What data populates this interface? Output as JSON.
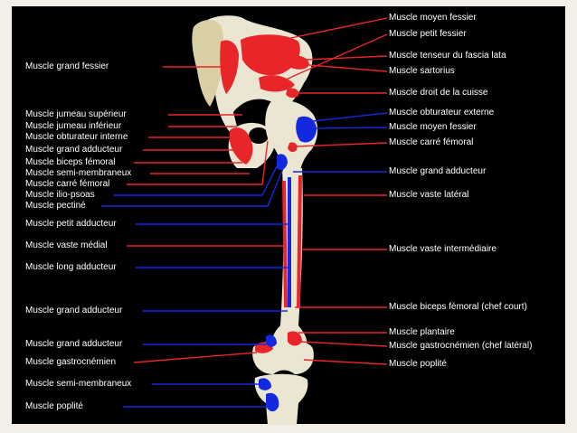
{
  "colors": {
    "background": "#000000",
    "frame": "#f3efe6",
    "muscle_origin": "#e8262a",
    "muscle_insertion": "#1428e0",
    "bone": "#ebe6d2",
    "label_text": "#ffffff"
  },
  "labels_left": [
    {
      "text": "Muscle grand fessier",
      "color": "red"
    },
    {
      "text": "Muscle jumeau supérieur",
      "color": "red"
    },
    {
      "text": "Muscle jumeau inférieur",
      "color": "red"
    },
    {
      "text": "Muscle obturateur interne",
      "color": "red"
    },
    {
      "text": "Muscle grand adducteur",
      "color": "red"
    },
    {
      "text": "Muscle biceps fémoral",
      "color": "red"
    },
    {
      "text": "Muscle semi-membraneux",
      "color": "red"
    },
    {
      "text": "Muscle carré fémoral",
      "color": "red"
    },
    {
      "text": "Muscle ilio-psoas",
      "color": "blue"
    },
    {
      "text": "Muscle pectiné",
      "color": "blue"
    },
    {
      "text": "Muscle petit adducteur",
      "color": "blue"
    },
    {
      "text": "Muscle vaste médial",
      "color": "red"
    },
    {
      "text": "Muscle long adducteur",
      "color": "blue"
    },
    {
      "text": "Muscle grand adducteur",
      "color": "blue"
    },
    {
      "text": "Muscle grand adducteur",
      "color": "blue"
    },
    {
      "text": "Muscle gastrocnémien",
      "color": "red"
    },
    {
      "text": "Muscle semi-membraneux",
      "color": "blue"
    },
    {
      "text": "Muscle poplité",
      "color": "blue"
    }
  ],
  "labels_right": [
    {
      "text": "Muscle moyen fessier",
      "color": "red"
    },
    {
      "text": "Muscle petit fessier",
      "color": "red"
    },
    {
      "text": "Muscle tenseur du fascia lata",
      "color": "red"
    },
    {
      "text": "Muscle sartorius",
      "color": "red"
    },
    {
      "text": "Muscle droit de la cuisse",
      "color": "red"
    },
    {
      "text": "Muscle obturateur externe",
      "color": "blue"
    },
    {
      "text": "Muscle moyen fessier",
      "color": "blue"
    },
    {
      "text": "Muscle carré fémoral",
      "color": "red"
    },
    {
      "text": "Muscle grand adducteur",
      "color": "blue"
    },
    {
      "text": "Muscle vaste latéral",
      "color": "red"
    },
    {
      "text": "Muscle vaste intermédiaire",
      "color": "red"
    },
    {
      "text": "Muscle biceps fémoral (chef court)",
      "color": "red"
    },
    {
      "text": "Muscle plantaire",
      "color": "red"
    },
    {
      "text": "Muscle gastrocnémien (chef latéral)",
      "color": "red"
    },
    {
      "text": "Muscle poplité",
      "color": "red"
    }
  ]
}
